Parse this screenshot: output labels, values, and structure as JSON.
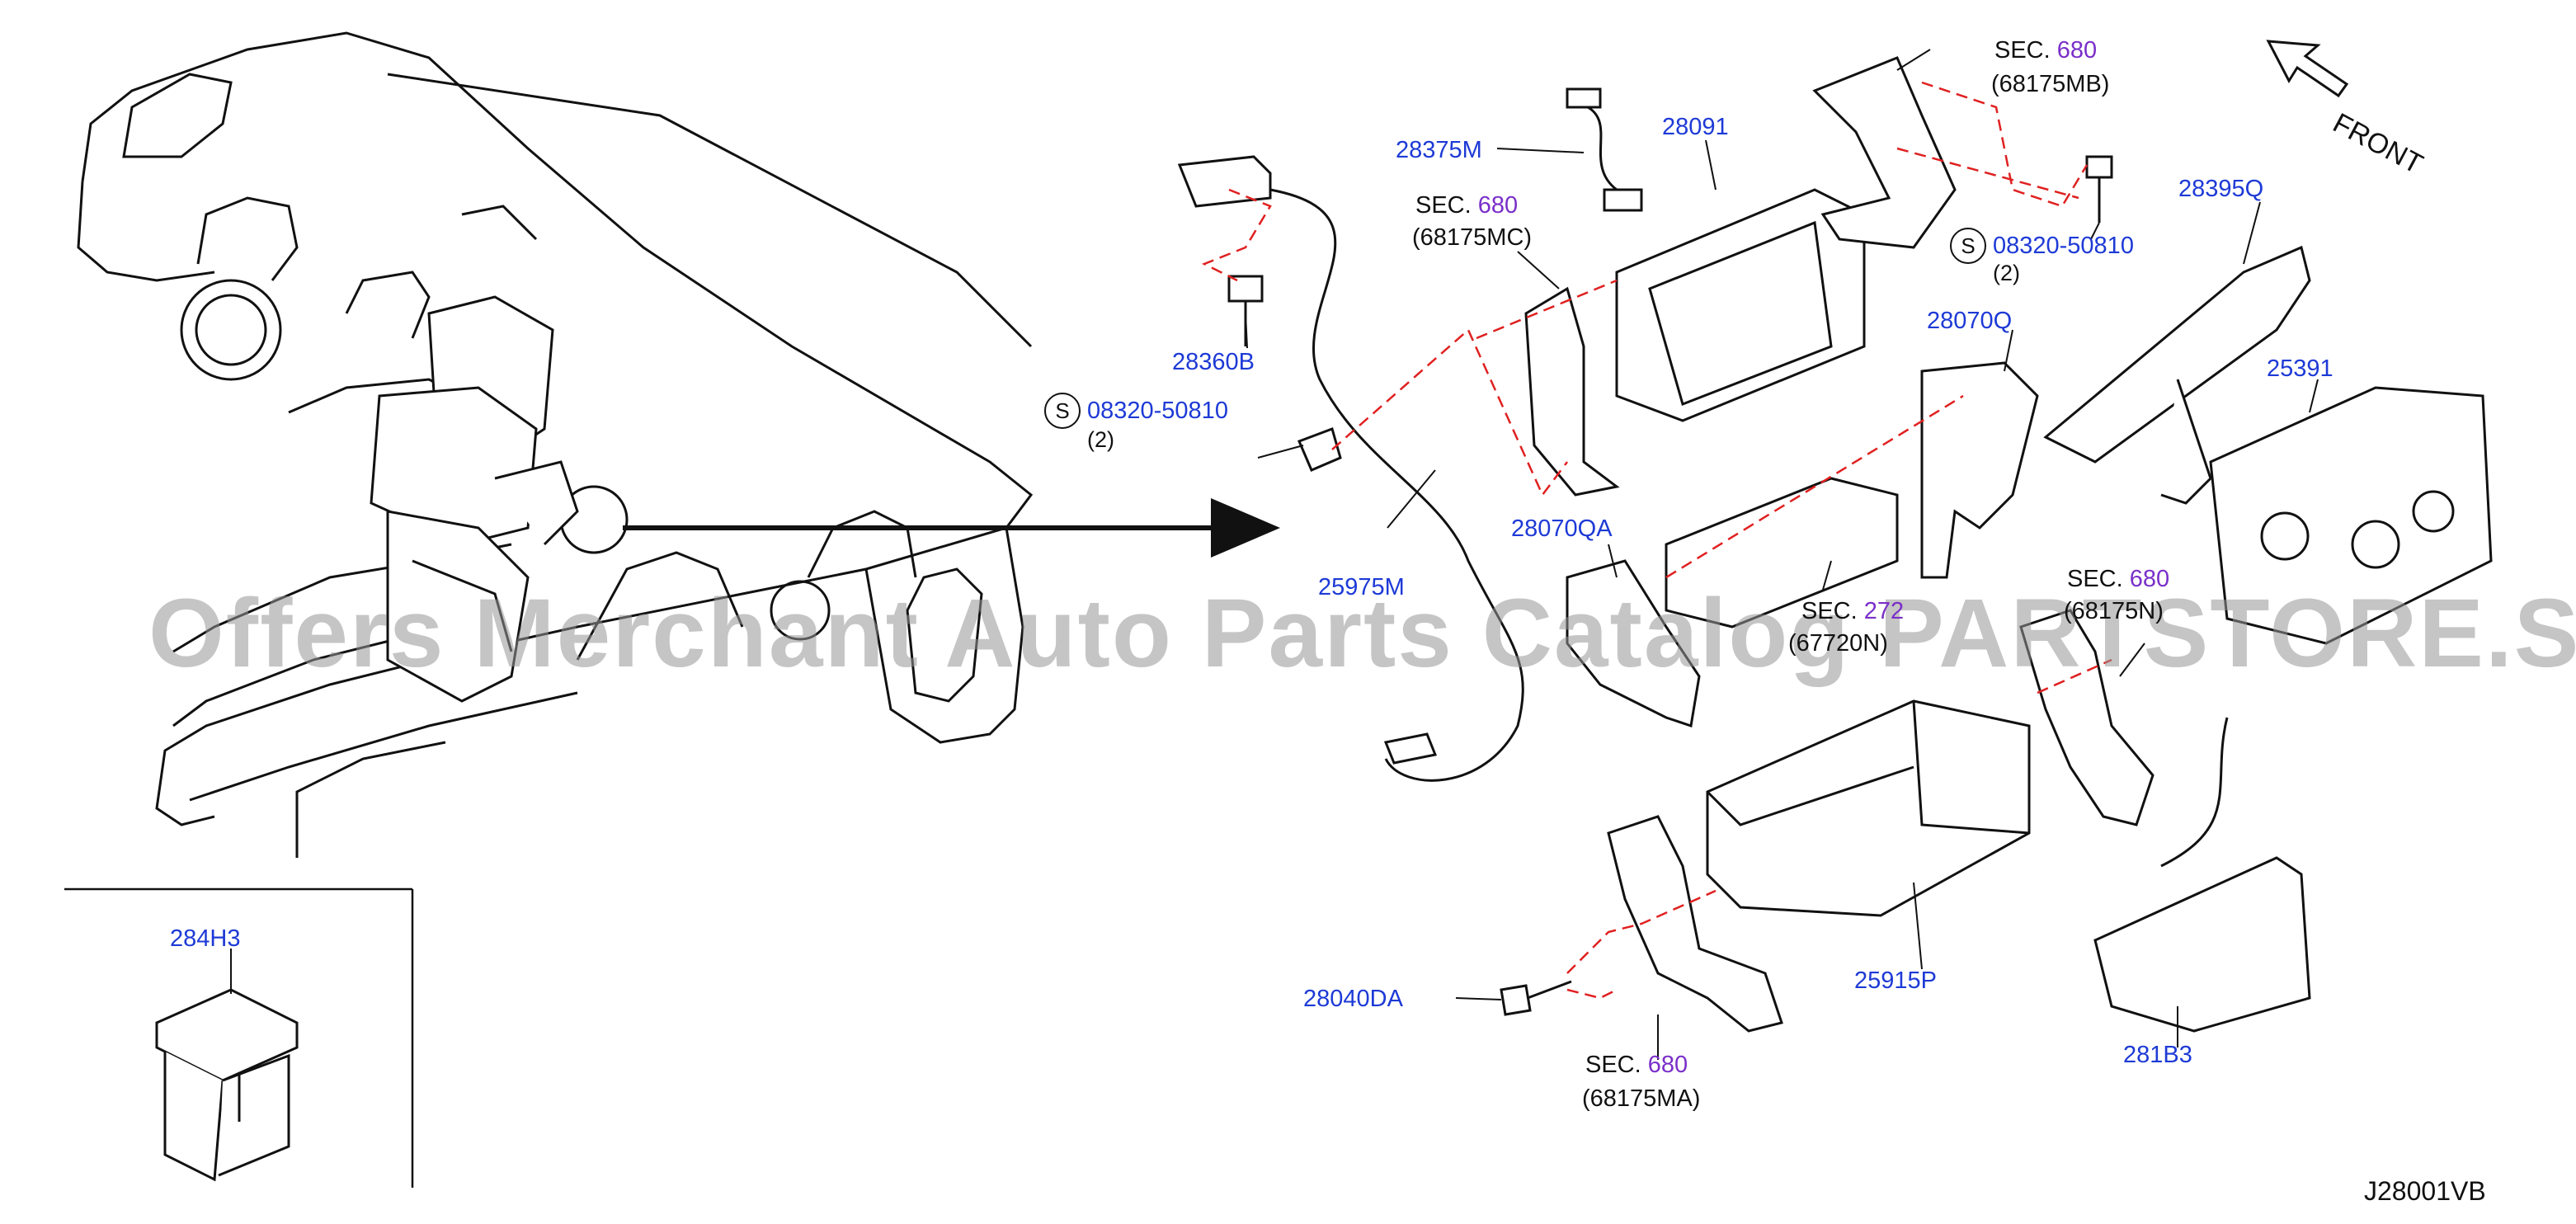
{
  "parts": {
    "p28375M": "28375M",
    "p28091": "28091",
    "p28360B": "28360B",
    "p08320_left": "08320-50810",
    "p08320_left_qty": "(2)",
    "p25975M": "25975M",
    "p28070QA": "28070QA",
    "p28070Q": "28070Q",
    "p08320_right": "08320-50810",
    "p08320_right_qty": "(2)",
    "p28395Q": "28395Q",
    "p25391": "25391",
    "p25915P": "25915P",
    "p281B3": "281B3",
    "p28040DA": "28040DA",
    "p284H3": "284H3"
  },
  "sections": {
    "sec_label": "SEC.",
    "sec_top_num": "680",
    "sec_top_sub": "(68175MB)",
    "sec_mc_num": "680",
    "sec_mc_sub": "(68175MC)",
    "sec_ma_num": "680",
    "sec_ma_sub": "(68175MA)",
    "sec_mid_num": "272",
    "sec_mid_sub": "(67720N)",
    "sec_right_num": "680",
    "sec_right_sub": "(68175N)"
  },
  "s_mark": "S",
  "front_label": "FRONT",
  "diagram_code": "J28001VB",
  "watermark": "Offers Merchant Auto Parts Catalog PARTSTORE.SA",
  "colors": {
    "line": "#111111",
    "part_number": "#1d3ad6",
    "section_number": "#7a2fc9",
    "dashed_guide": "#e02020",
    "watermark": "#969696"
  }
}
